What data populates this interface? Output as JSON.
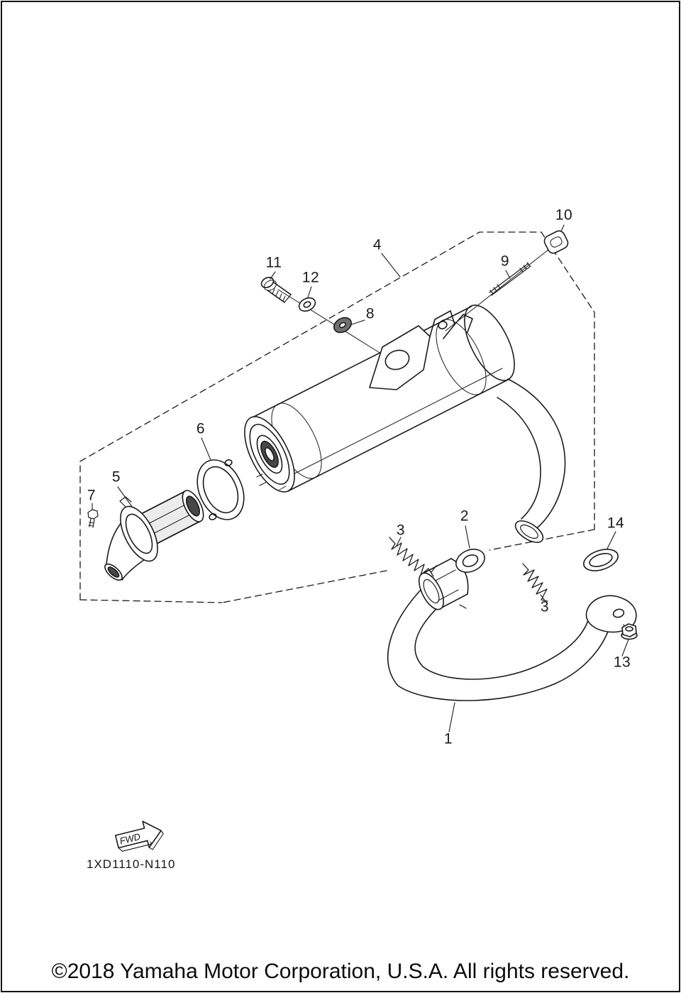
{
  "page": {
    "copyright": "©2018 Yamaha Motor Corporation, U.S.A. All rights reserved.",
    "diagram_code": "1XD1110-N110",
    "fwd_label": "FWD"
  },
  "callouts": [
    {
      "label": "1"
    },
    {
      "label": "2"
    },
    {
      "label": "3"
    },
    {
      "label": "3"
    },
    {
      "label": "4"
    },
    {
      "label": "5"
    },
    {
      "label": "6"
    },
    {
      "label": "7"
    },
    {
      "label": "8"
    },
    {
      "label": "9"
    },
    {
      "label": "10"
    },
    {
      "label": "11"
    },
    {
      "label": "12"
    },
    {
      "label": "13"
    },
    {
      "label": "14"
    }
  ]
}
